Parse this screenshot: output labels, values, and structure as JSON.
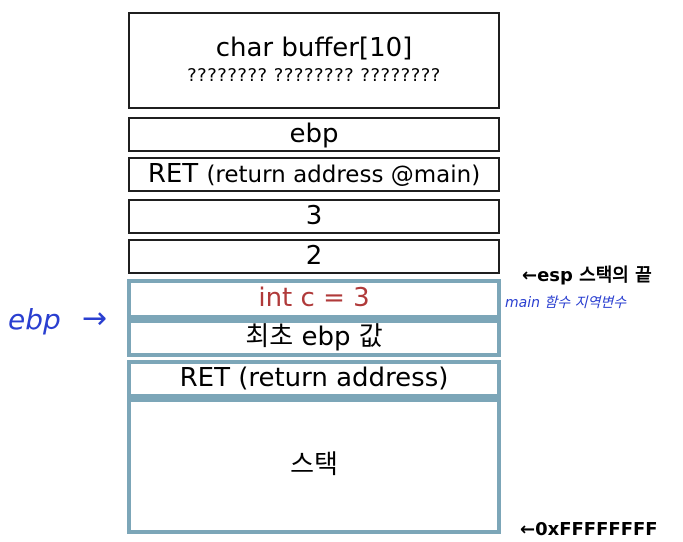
{
  "stack": {
    "buffer": {
      "title": "char buffer[10]",
      "content": "???????? ???????? ????????"
    },
    "ebp_upper": "ebp",
    "ret_main": {
      "main": "RET",
      "paren": "(return address @main)"
    },
    "arg3": "3",
    "arg2": "2",
    "local_c": "int c = 3",
    "initial_ebp": "최초 ebp 값",
    "ret_lower": "RET (return address)",
    "stack_base": "스택"
  },
  "annotations": {
    "esp_label": "←esp 스택의 끝",
    "local_var_note": "main 함수 지역변수",
    "ebp_handwritten": "ebp",
    "ebp_arrow": "→",
    "address_label": "←0xFFFFFFFF"
  },
  "colors": {
    "teal_border": "#7ca6b8",
    "dark_border": "#1f1f1f",
    "red_text": "#b03a3a",
    "handwriting_blue": "#2a3fd0"
  }
}
